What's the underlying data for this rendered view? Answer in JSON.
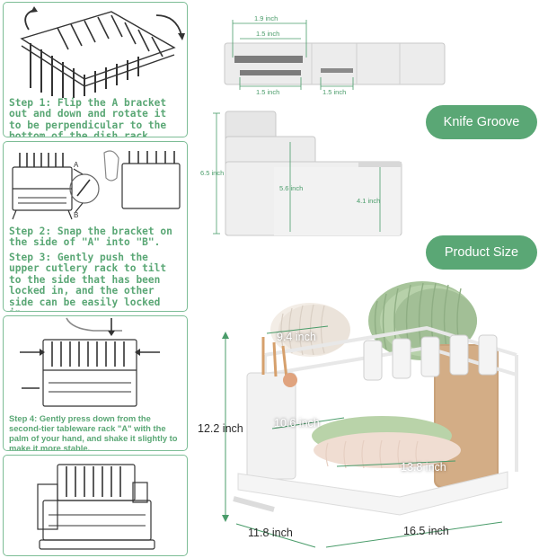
{
  "steps": [
    {
      "text": "Step 1: Flip the A bracket out and down and rotate it to be perpendicular to the bottom of the dish rack."
    },
    {
      "text": "Step 2: Snap the bracket on the side of \"A\" into \"B\"."
    },
    {
      "text": "Step 3: Gently push the upper cutlery rack to tilt to the side that has been locked in, and the other side can be easily locked in."
    },
    {
      "text": "Step 4: Gently press down from the second-tier tableware rack \"A\" with the palm of your hand, and shake it slightly to make it more stable."
    }
  ],
  "labels": {
    "a": "A",
    "b": "B"
  },
  "knife_groove": {
    "title": "Knife Groove",
    "top_width": "1.9 inch",
    "slot_inner": "1.5 inch",
    "slot_bottom_left": "1.5 inch",
    "slot_bottom_right": "1.5 inch",
    "height_outer": "6.5 inch",
    "height_mid": "5.6 inch",
    "height_inner": "4.1 inch"
  },
  "product_size": {
    "title": "Product Size",
    "upper_width": "9.4 inch",
    "height": "12.2 inch",
    "inner_height": "10.6 inch",
    "lower_width": "13.8 inch",
    "depth": "11.8 inch",
    "length": "16.5 inch"
  },
  "colors": {
    "accent": "#5aa775",
    "dim_line": "#4a9c6a",
    "plate_green": "#a7c49a",
    "board": "#c9a27a"
  }
}
